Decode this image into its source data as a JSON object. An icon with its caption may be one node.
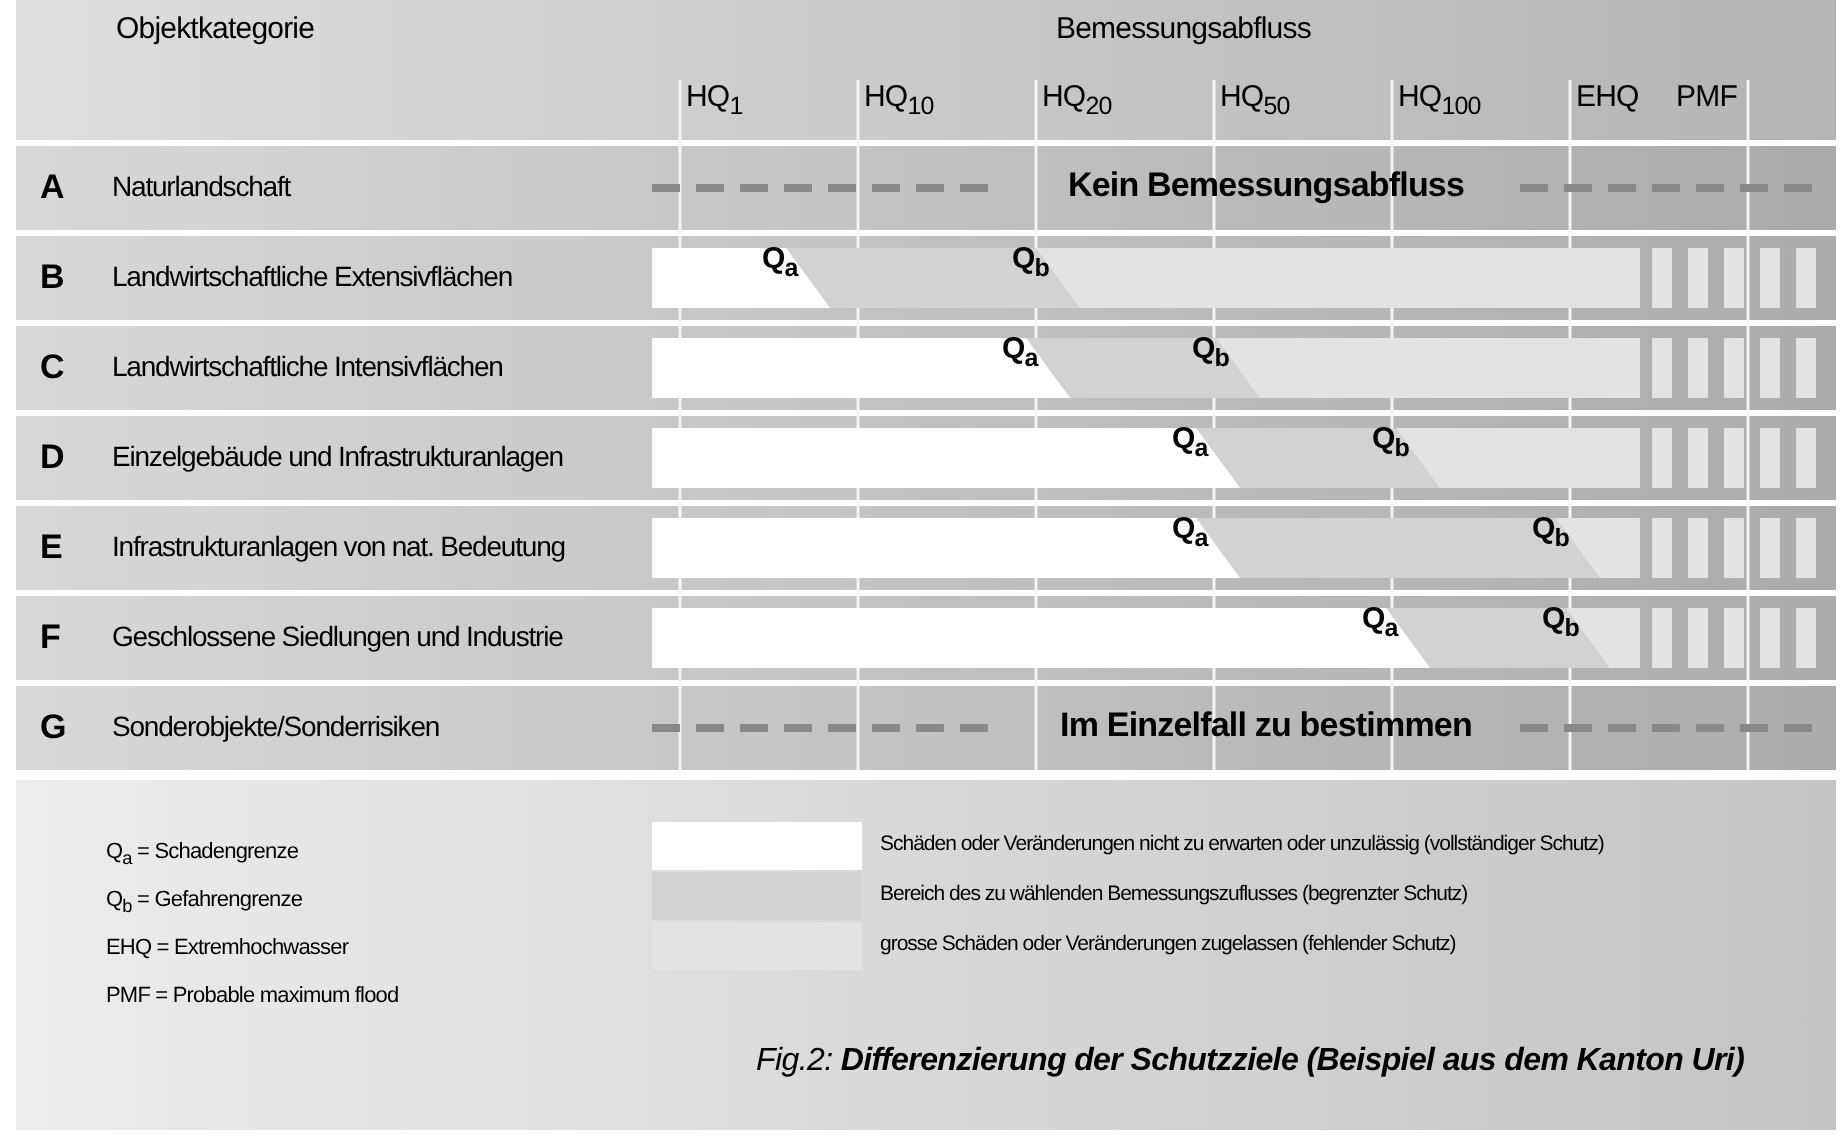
{
  "diagram": {
    "caption": "Fig.2: **Differenzierung der Schutzziele (Beispiel aus dem Kanton Uri)**",
    "labels": [
      "Objektkategorie",
      "Bemessungsabfluss",
      "HQ$_{1}$",
      "HQ$_{10}$",
      "HQ$_{20}$",
      "HQ$_{50}$",
      "HQ$_{100}$",
      "EHQ",
      "PMF",
      "A",
      "Naturlandschaft",
      "Kein Bemessungsabfluss",
      "B",
      "Landwirtschaftliche Extensivflächen",
      "Q$_{a}$",
      "Q$_{b}$",
      "C",
      "Landwirtschaftliche Intensivflächen",
      "Q$_{a}$",
      "Q$_{b}$",
      "D",
      "Einzelgebäude und Infrastrukturanlagen",
      "Q$_{a}$",
      "Q$_{b}$",
      "E",
      "Infrastrukturanlagen von nat. Bedeutung",
      "Q$_{a}$",
      "Q$_{b}$",
      "F",
      "Geschlossene Siedlungen und Industrie",
      "Q$_{a}$",
      "Q$_{b}$",
      "G",
      "Sonderobjekte/Sonderrisiken",
      "Im Einzelfall zu bestimmen",
      "Q$_{a}$ = Schadengrenze",
      "Q$_{b}$ = Gefahrengrenze",
      "EHQ = Extremhochwasser",
      "PMF = Probable maximum flood"
    ],
    "legend": [
      {
        "text": "Schäden oder Veränderungen nicht zu erwarten oder unzulässig (vollständiger Schutz)",
        "color": "#ffffff"
      },
      {
        "text": "Bereich des zu wählenden Bemessungszuflusses (begrenzter Schutz)",
        "color": "#d2d2d2"
      },
      {
        "text": "grosse Schäden oder Veränderungen zugelassen (fehlender Schutz)",
        "color": "#e3e3e3"
      }
    ]
  }
}
